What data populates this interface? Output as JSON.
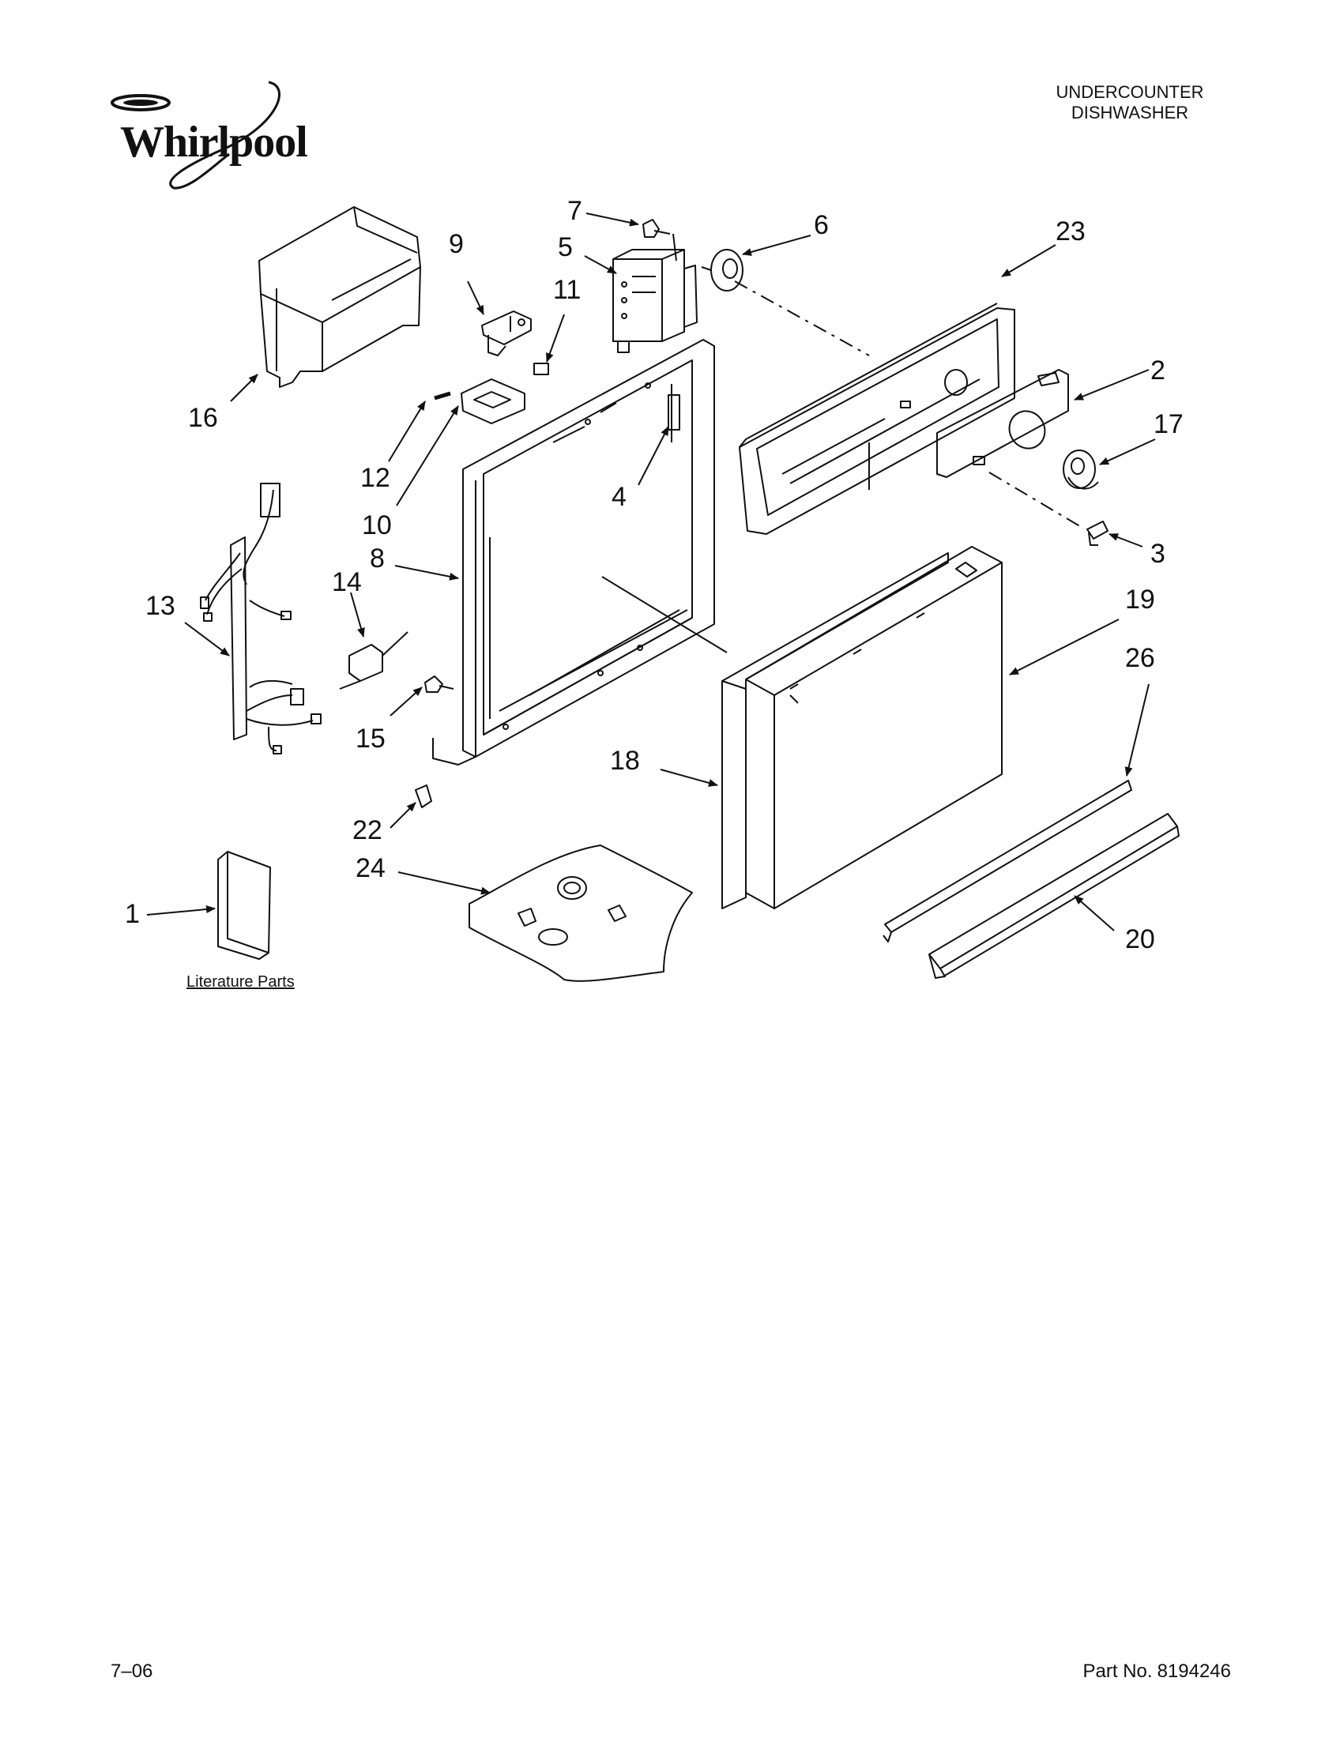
{
  "header": {
    "brand": "Whirlpool",
    "title_line1": "UNDERCOUNTER",
    "title_line2": "DISHWASHER"
  },
  "diagram": {
    "callouts": {
      "c1": "1",
      "c2": "2",
      "c3": "3",
      "c4": "4",
      "c5": "5",
      "c6": "6",
      "c7": "7",
      "c8": "8",
      "c9": "9",
      "c10": "10",
      "c11": "11",
      "c12": "12",
      "c13": "13",
      "c14": "14",
      "c15": "15",
      "c16": "16",
      "c17": "17",
      "c18": "18",
      "c19": "19",
      "c20": "20",
      "c22": "22",
      "c23": "23",
      "c24": "24",
      "c26": "26"
    },
    "literature_label": "Literature Parts"
  },
  "footer": {
    "date_code": "7–06",
    "part_label": "Part No.",
    "part_number": "8194246"
  }
}
